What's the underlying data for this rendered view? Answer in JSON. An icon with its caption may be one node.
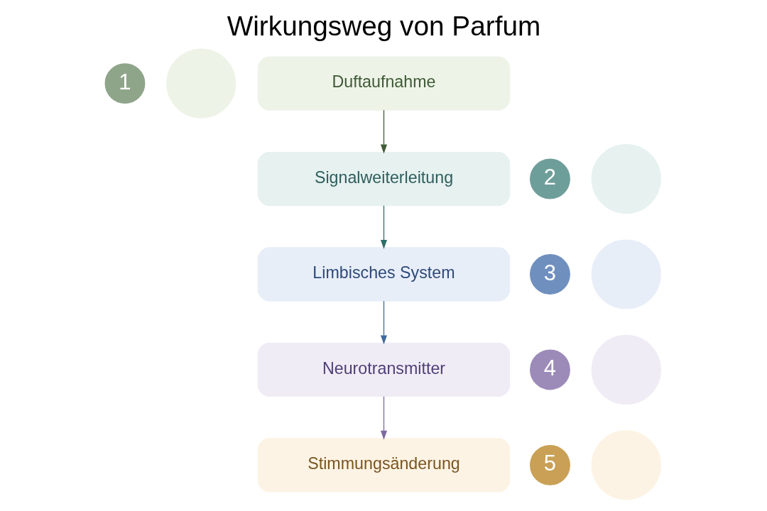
{
  "diagram": {
    "title": "Wirkungsweg von Parfum",
    "nodes": [
      {
        "text": [
          "1"
        ]
      },
      {
        "text": [],
        "shape": "circle"
      },
      {
        "text": [
          "Duftaufnahme"
        ]
      },
      {
        "text": [
          "2"
        ]
      },
      {
        "text": [],
        "shape": "circle"
      },
      {
        "text": [
          "Signalweiterleitung"
        ]
      },
      {
        "text": [
          "3"
        ]
      },
      {
        "text": [],
        "shape": "circle"
      },
      {
        "text": [
          "Limbisches System"
        ]
      },
      {
        "text": [
          "4"
        ]
      },
      {
        "text": [],
        "shape": "circle"
      },
      {
        "text": [
          "Neurotransmitter"
        ]
      },
      {
        "text": [
          "5"
        ]
      },
      {
        "text": [],
        "shape": "circle"
      },
      {
        "text": [
          "Stimmungsänderung"
        ]
      }
    ],
    "edges": [
      {
        "from": 2,
        "to": 5,
        "arrow": "to",
        "color": "#3e5a35"
      },
      {
        "from": 5,
        "to": 8,
        "arrow": "to",
        "color": "#2e6e6a"
      },
      {
        "from": 8,
        "to": 11,
        "arrow": "to",
        "color": "#3e6a9e"
      },
      {
        "from": 11,
        "to": 14,
        "arrow": "to",
        "color": "#7e6aa0"
      }
    ]
  }
}
